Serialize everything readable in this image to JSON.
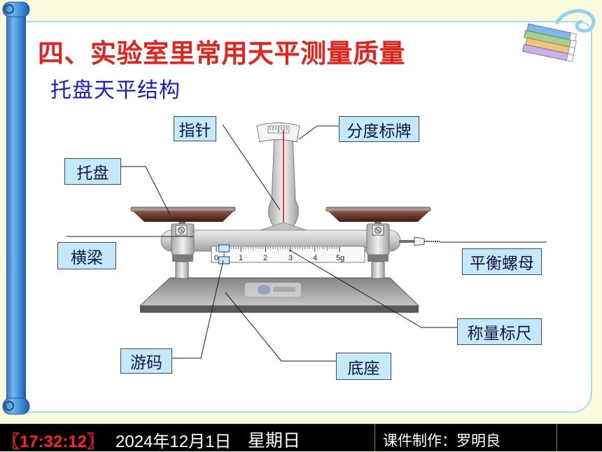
{
  "slide": {
    "title": "四、实验室里常用天平测量质量",
    "subtitle": "托盘天平结构"
  },
  "diagram": {
    "labels": {
      "pointer": "指针",
      "scale_plate": "分度标牌",
      "pan": "托盘",
      "beam": "横梁",
      "balance_nut": "平衡螺母",
      "weighing_scale": "称量标尺",
      "rider": "游码",
      "base": "底座"
    },
    "scale_ticks": [
      "0",
      "1",
      "2",
      "3",
      "4",
      "5g"
    ],
    "scale_range_g": [
      0,
      5
    ],
    "rider_reading_g": 0.1,
    "icons": [
      "scroll-ornament",
      "swirl-ornament",
      "books-icon"
    ]
  },
  "status_bar": {
    "time": "〖17:32:12〗",
    "date": "2024年12月1日",
    "weekday": "星期日",
    "author": "课件制作：罗明良"
  },
  "colors": {
    "background": "#fafadc",
    "panel_border": "#a6dbf1",
    "title": "#e4231d",
    "subtitle": "#1a1ad0",
    "label_fill": "#c4eafa",
    "pointer": "#c81e1e",
    "scroll": "#3a8ad4",
    "status_bar": "#000000",
    "clock": "#ff2020"
  }
}
